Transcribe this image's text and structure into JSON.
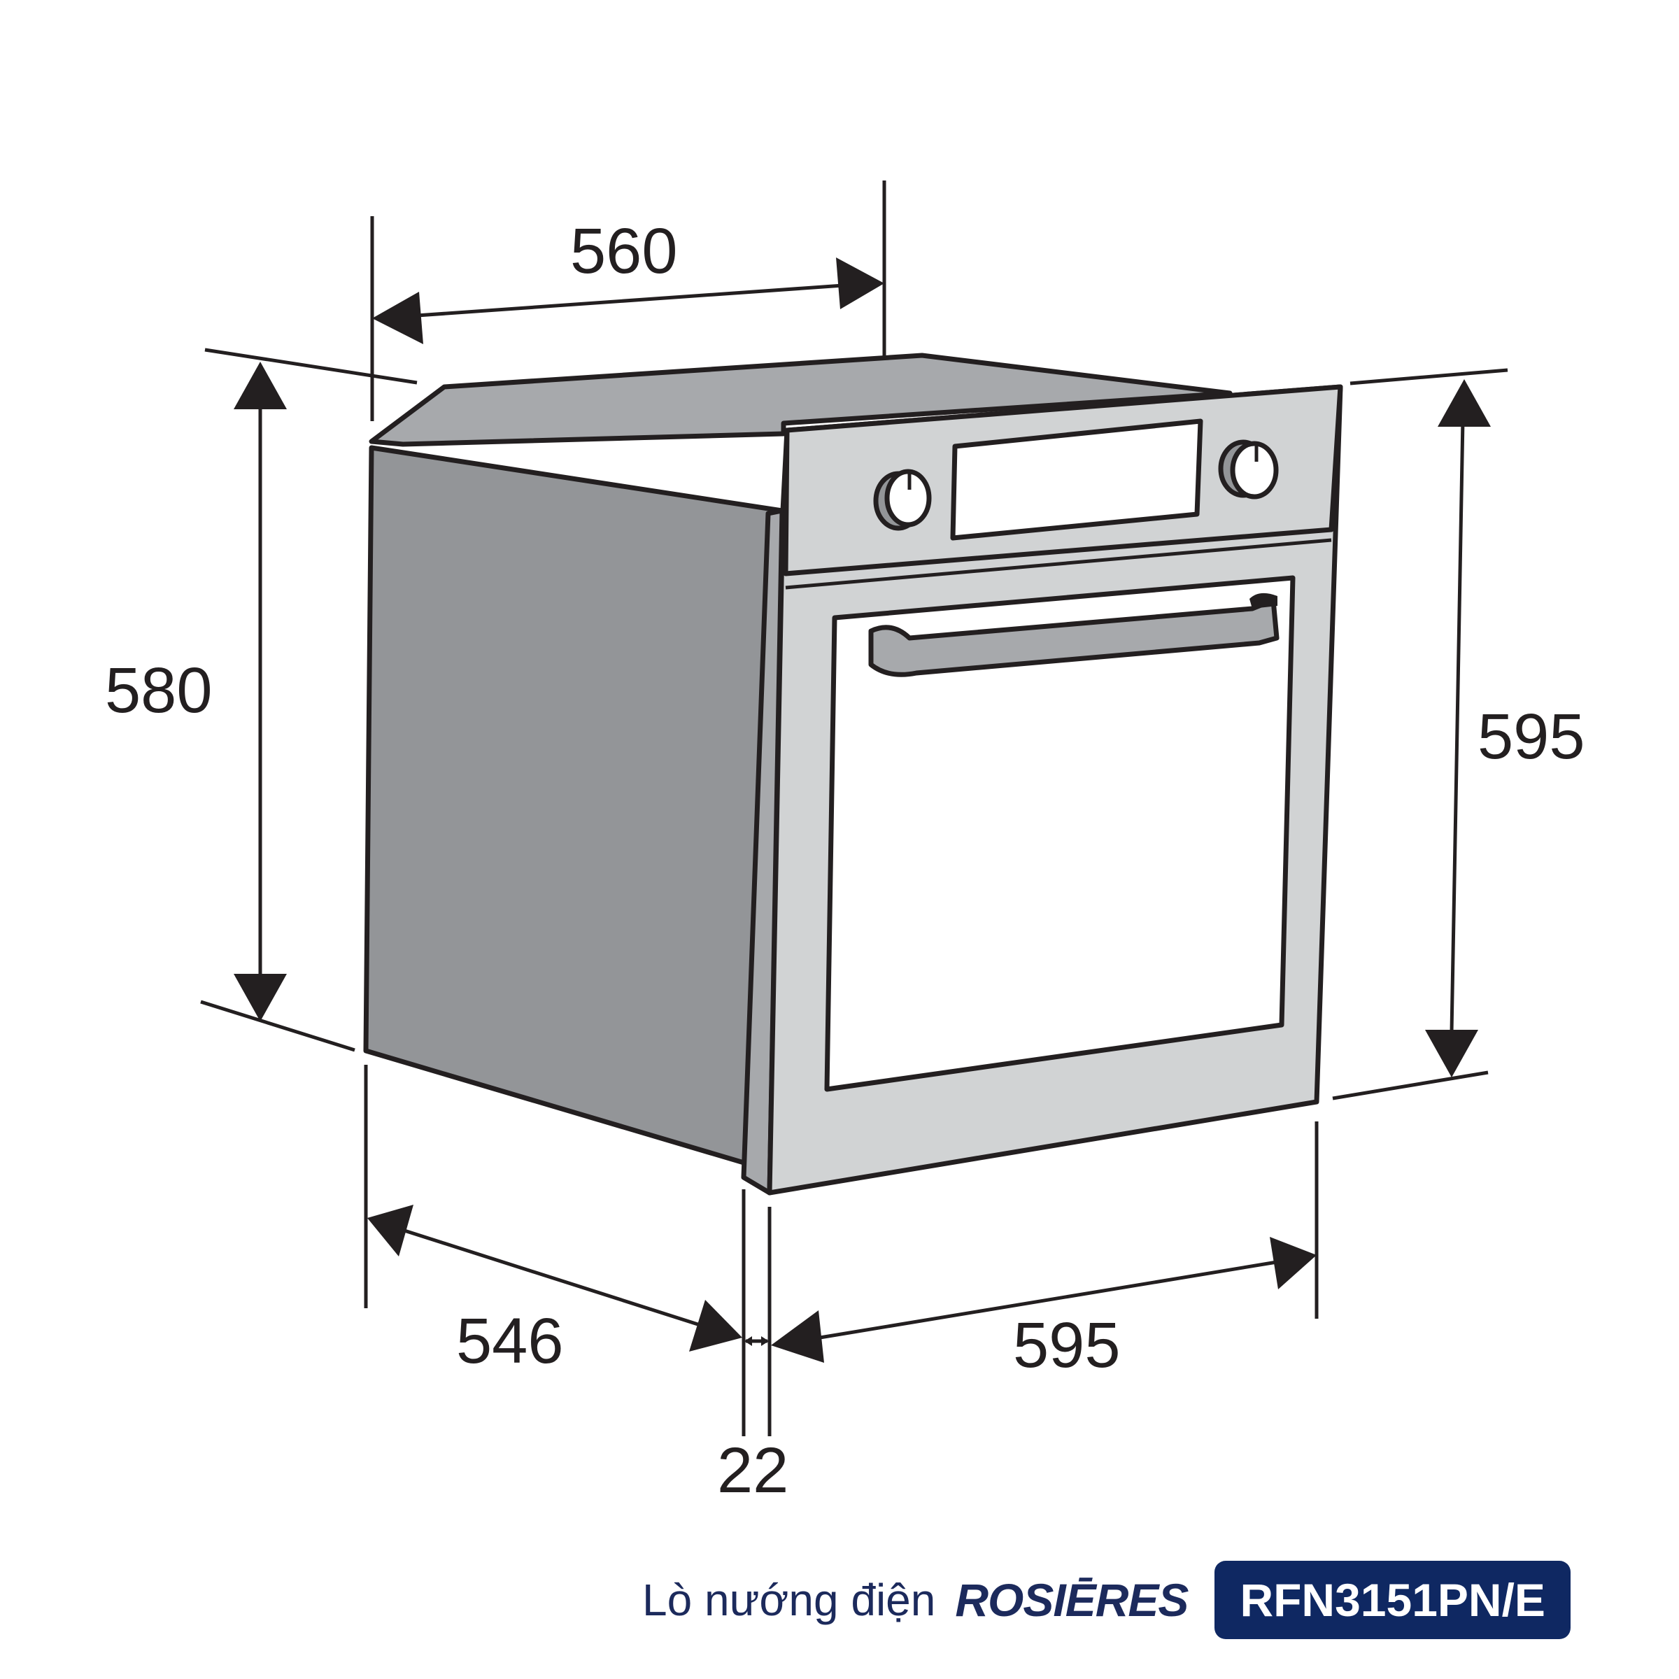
{
  "dimensions": {
    "top_width": "560",
    "left_height": "580",
    "right_height": "595",
    "depth": "546",
    "front_width": "595",
    "door_thickness": "22"
  },
  "footer": {
    "caption": "Lò nướng điện",
    "brand": "ROSIĒRES",
    "model": "RFN3151PN/E"
  },
  "colors": {
    "side_panel": "#939598",
    "top_panel": "#a7a9ac",
    "front_panel": "#d1d3d4",
    "line": "#231f20",
    "brand_navy": "#0f2862"
  }
}
